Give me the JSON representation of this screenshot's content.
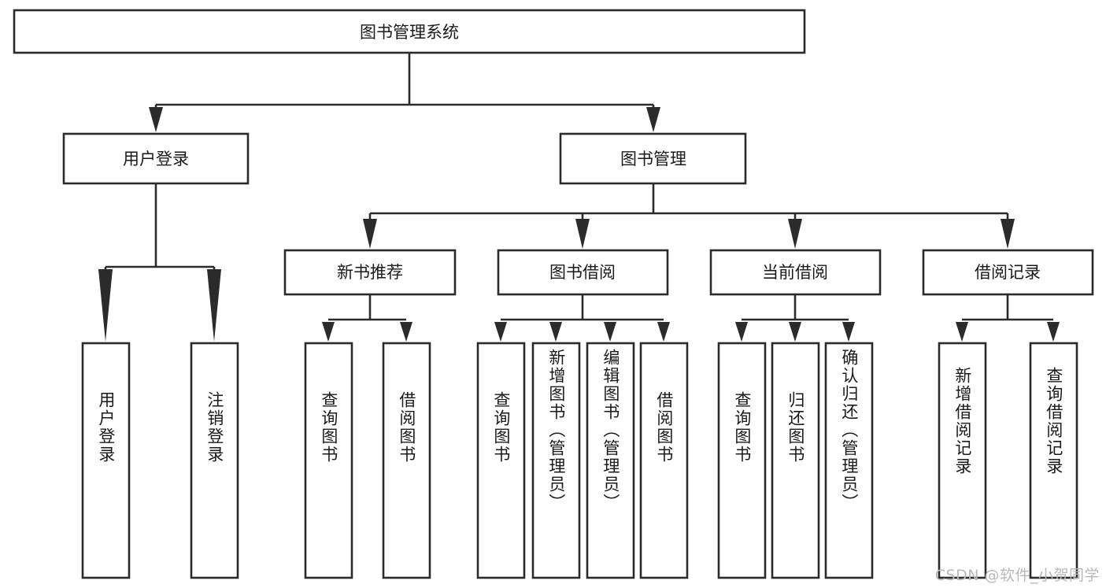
{
  "diagram": {
    "type": "tree",
    "title": "图书管理系统",
    "watermark": "CSDN @软件_小贺同学",
    "root": {
      "id": "root",
      "label": "图书管理系统",
      "orientation": "horizontal"
    },
    "level2": [
      {
        "id": "user-login",
        "label": "用户登录",
        "orientation": "horizontal"
      },
      {
        "id": "book-manage",
        "label": "图书管理",
        "orientation": "horizontal"
      }
    ],
    "level3": [
      {
        "id": "new-book-recommend",
        "label": "新书推荐",
        "orientation": "horizontal",
        "parent": "book-manage"
      },
      {
        "id": "book-borrow",
        "label": "图书借阅",
        "orientation": "horizontal",
        "parent": "book-manage"
      },
      {
        "id": "current-borrow",
        "label": "当前借阅",
        "orientation": "horizontal",
        "parent": "book-manage"
      },
      {
        "id": "borrow-record",
        "label": "借阅记录",
        "orientation": "horizontal",
        "parent": "book-manage"
      }
    ],
    "leaves": [
      {
        "id": "leaf-user-login",
        "label": "用户登录",
        "parent": "user-login",
        "orientation": "vertical"
      },
      {
        "id": "leaf-user-logout",
        "label": "注销登录",
        "parent": "user-login",
        "orientation": "vertical"
      },
      {
        "id": "leaf-query-book-1",
        "label": "查询图书",
        "parent": "new-book-recommend",
        "orientation": "vertical"
      },
      {
        "id": "leaf-borrow-book-1",
        "label": "借阅图书",
        "parent": "new-book-recommend",
        "orientation": "vertical"
      },
      {
        "id": "leaf-query-book-2",
        "label": "查询图书",
        "parent": "book-borrow",
        "orientation": "vertical"
      },
      {
        "id": "leaf-add-book",
        "label": "新增图书（管理员）",
        "parent": "book-borrow",
        "orientation": "vertical"
      },
      {
        "id": "leaf-edit-book",
        "label": "编辑图书（管理员）",
        "parent": "book-borrow",
        "orientation": "vertical"
      },
      {
        "id": "leaf-borrow-book-2",
        "label": "借阅图书",
        "parent": "book-borrow",
        "orientation": "vertical"
      },
      {
        "id": "leaf-query-book-3",
        "label": "查询图书",
        "parent": "current-borrow",
        "orientation": "vertical"
      },
      {
        "id": "leaf-return-book",
        "label": "归还图书",
        "parent": "current-borrow",
        "orientation": "vertical"
      },
      {
        "id": "leaf-confirm-return",
        "label": "确认归还（管理员）",
        "parent": "current-borrow",
        "orientation": "vertical"
      },
      {
        "id": "leaf-add-record",
        "label": "新增借阅记录",
        "parent": "borrow-record",
        "orientation": "vertical"
      },
      {
        "id": "leaf-query-record",
        "label": "查询借阅记录",
        "parent": "borrow-record",
        "orientation": "vertical"
      }
    ],
    "colors": {
      "stroke": "#2b2b2b",
      "fill": "#ffffff",
      "text": "#1a1a1a",
      "watermark": "#b9b9b9"
    }
  }
}
